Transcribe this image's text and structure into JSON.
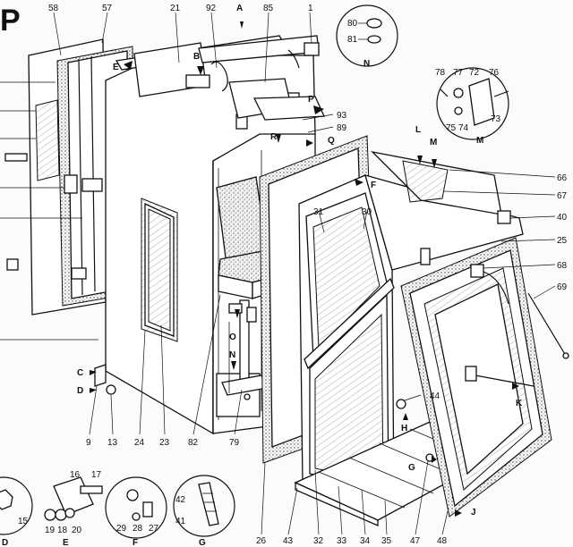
{
  "sheet_letter": "P",
  "labels": [
    {
      "id": "l58",
      "text": "58"
    },
    {
      "id": "l57",
      "text": "57"
    },
    {
      "id": "l21",
      "text": "21"
    },
    {
      "id": "l92",
      "text": "92"
    },
    {
      "id": "lA",
      "text": "A"
    },
    {
      "id": "l85",
      "text": "85"
    },
    {
      "id": "l1",
      "text": "1"
    },
    {
      "id": "lE1",
      "text": "E"
    },
    {
      "id": "lB",
      "text": "B"
    },
    {
      "id": "lP",
      "text": "P"
    },
    {
      "id": "l93",
      "text": "93"
    },
    {
      "id": "lR",
      "text": "R"
    },
    {
      "id": "l89",
      "text": "89"
    },
    {
      "id": "lQ",
      "text": "Q"
    },
    {
      "id": "lL",
      "text": "L"
    },
    {
      "id": "lM1",
      "text": "M"
    },
    {
      "id": "l66",
      "text": "66"
    },
    {
      "id": "lF1",
      "text": "F"
    },
    {
      "id": "l67",
      "text": "67"
    },
    {
      "id": "l31",
      "text": "31"
    },
    {
      "id": "l30",
      "text": "30"
    },
    {
      "id": "l40",
      "text": "40"
    },
    {
      "id": "l25",
      "text": "25"
    },
    {
      "id": "l68",
      "text": "68"
    },
    {
      "id": "l69",
      "text": "69"
    },
    {
      "id": "l80",
      "text": "80"
    },
    {
      "id": "l81",
      "text": "81"
    },
    {
      "id": "lN1",
      "text": "N"
    },
    {
      "id": "l78",
      "text": "78"
    },
    {
      "id": "l77",
      "text": "77"
    },
    {
      "id": "l72",
      "text": "72"
    },
    {
      "id": "l76",
      "text": "76"
    },
    {
      "id": "l73",
      "text": "73"
    },
    {
      "id": "l75",
      "text": "75"
    },
    {
      "id": "l74",
      "text": "74"
    },
    {
      "id": "lM2",
      "text": "M"
    },
    {
      "id": "lO",
      "text": "O"
    },
    {
      "id": "lN2",
      "text": "N"
    },
    {
      "id": "lC1",
      "text": "C"
    },
    {
      "id": "lD1",
      "text": "D"
    },
    {
      "id": "l44",
      "text": "44"
    },
    {
      "id": "lK",
      "text": "K"
    },
    {
      "id": "lH",
      "text": "H"
    },
    {
      "id": "lG1",
      "text": "G"
    },
    {
      "id": "lJ",
      "text": "J"
    },
    {
      "id": "l9",
      "text": "9"
    },
    {
      "id": "l13",
      "text": "13"
    },
    {
      "id": "l24",
      "text": "24"
    },
    {
      "id": "l23",
      "text": "23"
    },
    {
      "id": "l82",
      "text": "82"
    },
    {
      "id": "l79",
      "text": "79"
    },
    {
      "id": "l26",
      "text": "26"
    },
    {
      "id": "l43",
      "text": "43"
    },
    {
      "id": "l32",
      "text": "32"
    },
    {
      "id": "l33",
      "text": "33"
    },
    {
      "id": "l34",
      "text": "34"
    },
    {
      "id": "l35",
      "text": "35"
    },
    {
      "id": "l47",
      "text": "47"
    },
    {
      "id": "l48",
      "text": "48"
    },
    {
      "id": "l16",
      "text": "16"
    },
    {
      "id": "l17",
      "text": "17"
    },
    {
      "id": "l15",
      "text": "15"
    },
    {
      "id": "l19",
      "text": "19"
    },
    {
      "id": "l18",
      "text": "18"
    },
    {
      "id": "l20",
      "text": "20"
    },
    {
      "id": "lE2",
      "text": "E"
    },
    {
      "id": "lD2",
      "text": "D"
    },
    {
      "id": "l29",
      "text": "29"
    },
    {
      "id": "l28",
      "text": "28"
    },
    {
      "id": "l27",
      "text": "27"
    },
    {
      "id": "lF2",
      "text": "F"
    },
    {
      "id": "l42",
      "text": "42"
    },
    {
      "id": "l41",
      "text": "41"
    },
    {
      "id": "lG2",
      "text": "G"
    }
  ]
}
